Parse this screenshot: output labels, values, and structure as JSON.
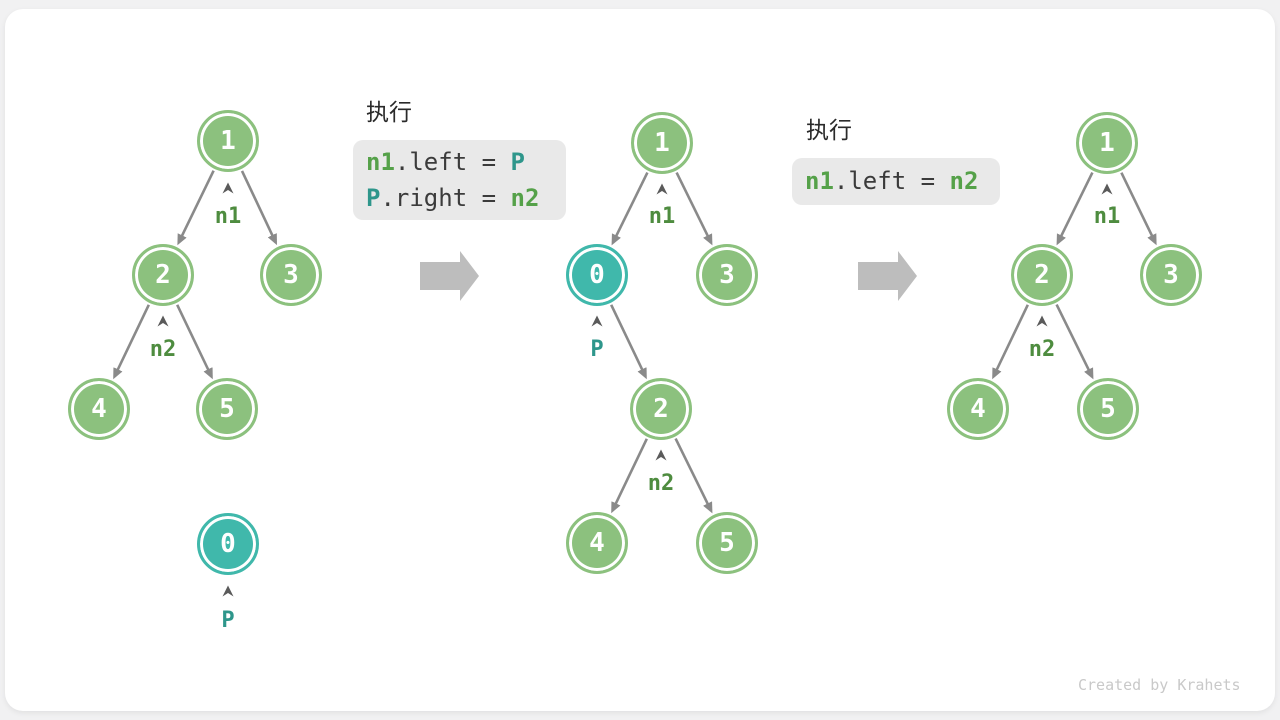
{
  "watermark": "Created by Krahets",
  "colors": {
    "node_green": "#8CC17E",
    "node_teal": "#40B8AB",
    "pointer_green": "#4E8C3F",
    "pointer_teal": "#2E968B",
    "code_green": "#55A149",
    "code_teal": "#2E968B",
    "code_text": "#3B3B3B",
    "code_bg": "#E9E9E9",
    "edge_gray": "#8A8A8A",
    "flow_arrow_gray": "#BDBDBD"
  },
  "step1": {
    "tree": {
      "node1": "1",
      "node2": "2",
      "node3": "3",
      "node4": "4",
      "node5": "5",
      "pointer_n1": "n1",
      "pointer_n2": "n2",
      "detached_node0": "0",
      "pointer_p": "P"
    }
  },
  "exec1": {
    "title": "执行",
    "line1": {
      "t1": "n1",
      "t2": ".left = ",
      "t3": "P"
    },
    "line2": {
      "t1": "P",
      "t2": ".right = ",
      "t3": "n2"
    }
  },
  "step2": {
    "tree": {
      "node1": "1",
      "node0": "0",
      "node3": "3",
      "node2": "2",
      "node4": "4",
      "node5": "5",
      "pointer_n1": "n1",
      "pointer_p": "P",
      "pointer_n2": "n2"
    }
  },
  "exec2": {
    "title": "执行",
    "line1": {
      "t1": "n1",
      "t2": ".left = ",
      "t3": "n2"
    }
  },
  "step3": {
    "tree": {
      "node1": "1",
      "node2": "2",
      "node3": "3",
      "node4": "4",
      "node5": "5",
      "pointer_n1": "n1",
      "pointer_n2": "n2"
    }
  }
}
